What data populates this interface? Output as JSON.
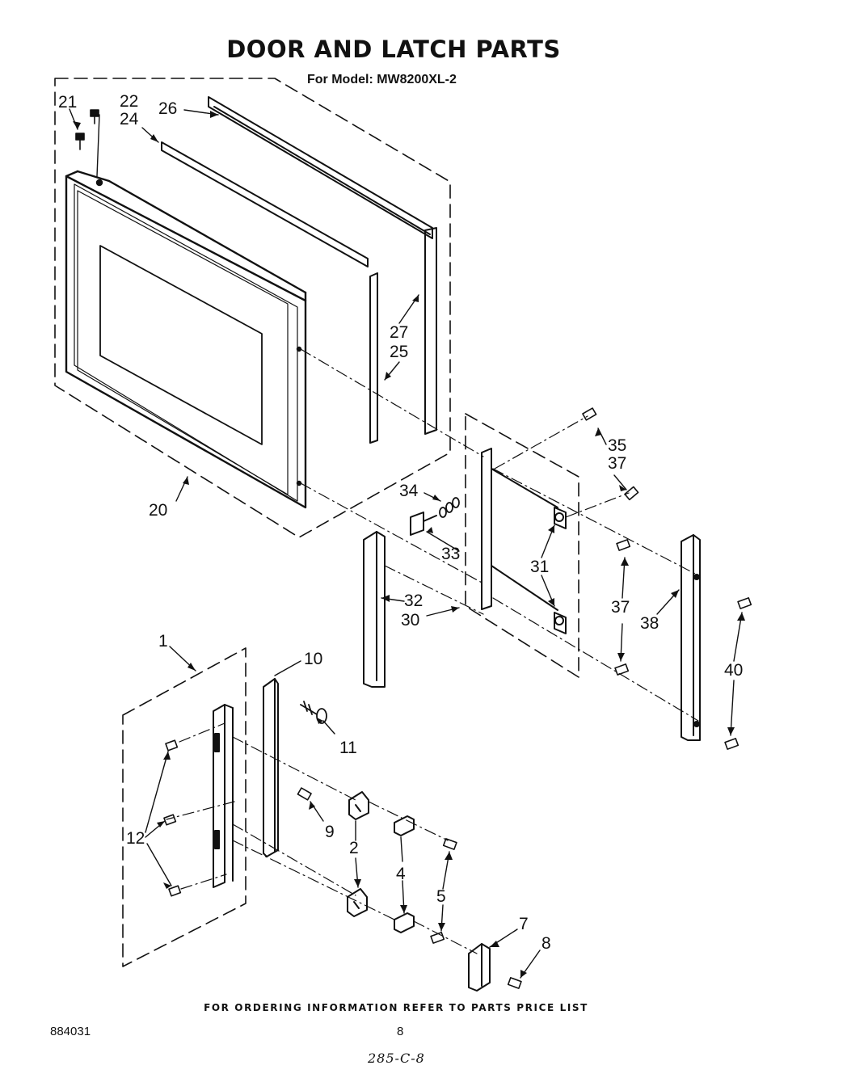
{
  "title": "DOOR AND LATCH PARTS",
  "model_line": "For Model: MW8200XL-2",
  "callouts": {
    "c21": "21",
    "c22": "22",
    "c24": "24",
    "c26": "26",
    "c27": "27",
    "c25": "25",
    "c20": "20",
    "c35": "35",
    "c37a": "37",
    "c34": "34",
    "c33": "33",
    "c31": "31",
    "c32": "32",
    "c30": "30",
    "c37b": "37",
    "c38": "38",
    "c40": "40",
    "c1": "1",
    "c10": "10",
    "c11": "11",
    "c12": "12",
    "c9": "9",
    "c2": "2",
    "c4": "4",
    "c5": "5",
    "c7": "7",
    "c8": "8"
  },
  "footer": {
    "ordering_note": "FOR ORDERING INFORMATION REFER TO PARTS PRICE LIST",
    "doc_number": "884031",
    "page_number": "8",
    "handwritten_note": "285-C-8"
  }
}
